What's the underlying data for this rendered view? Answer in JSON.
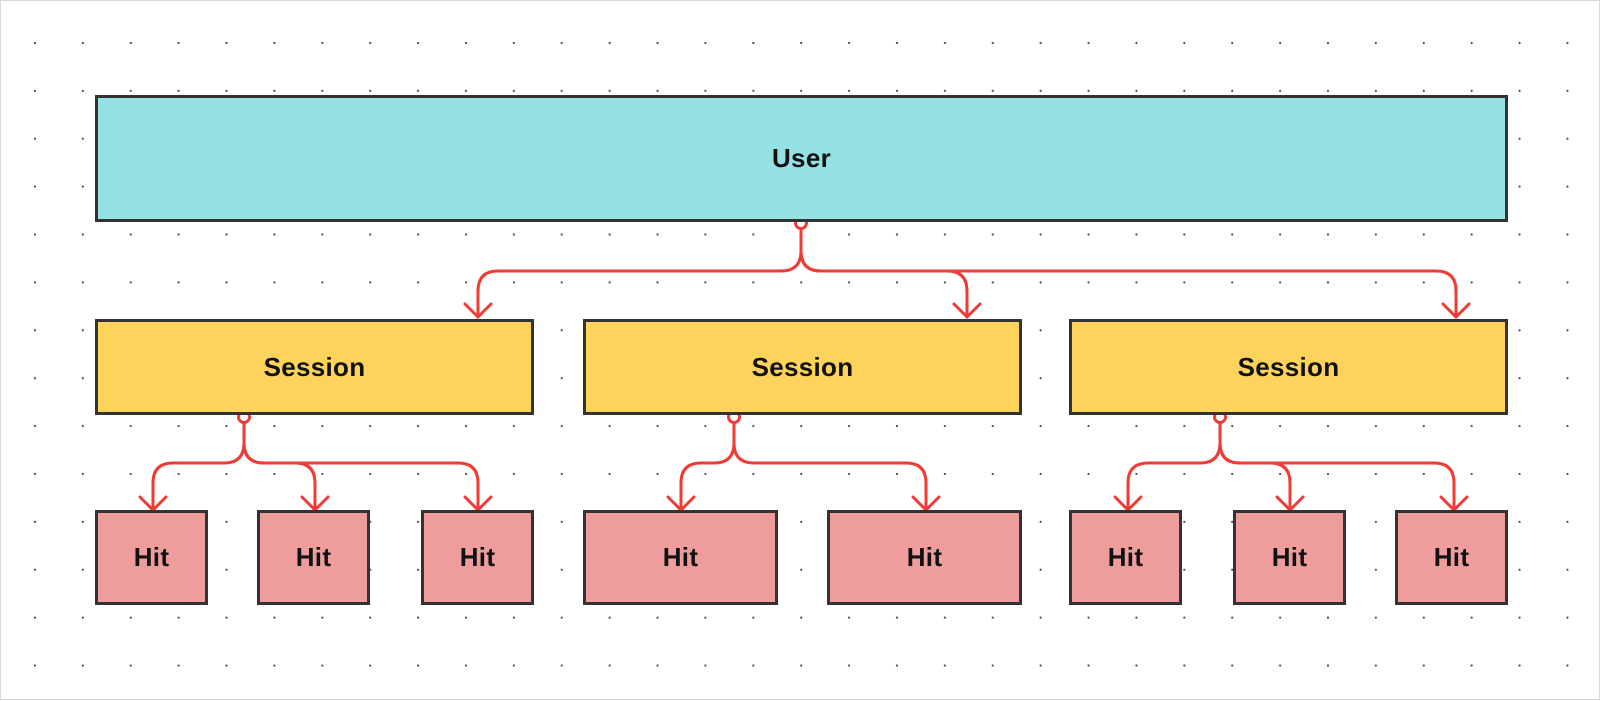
{
  "diagram": {
    "user": {
      "label": "User"
    },
    "sessions": [
      {
        "label": "Session",
        "hits": [
          {
            "label": "Hit"
          },
          {
            "label": "Hit"
          },
          {
            "label": "Hit"
          }
        ]
      },
      {
        "label": "Session",
        "hits": [
          {
            "label": "Hit"
          },
          {
            "label": "Hit"
          }
        ]
      },
      {
        "label": "Session",
        "hits": [
          {
            "label": "Hit"
          },
          {
            "label": "Hit"
          },
          {
            "label": "Hit"
          }
        ]
      }
    ]
  },
  "colors": {
    "user_fill": "#94e2e3",
    "session_fill": "#fdd35c",
    "hit_fill": "#ef9c9d",
    "connector": "#ef3b36",
    "border": "#333333"
  }
}
